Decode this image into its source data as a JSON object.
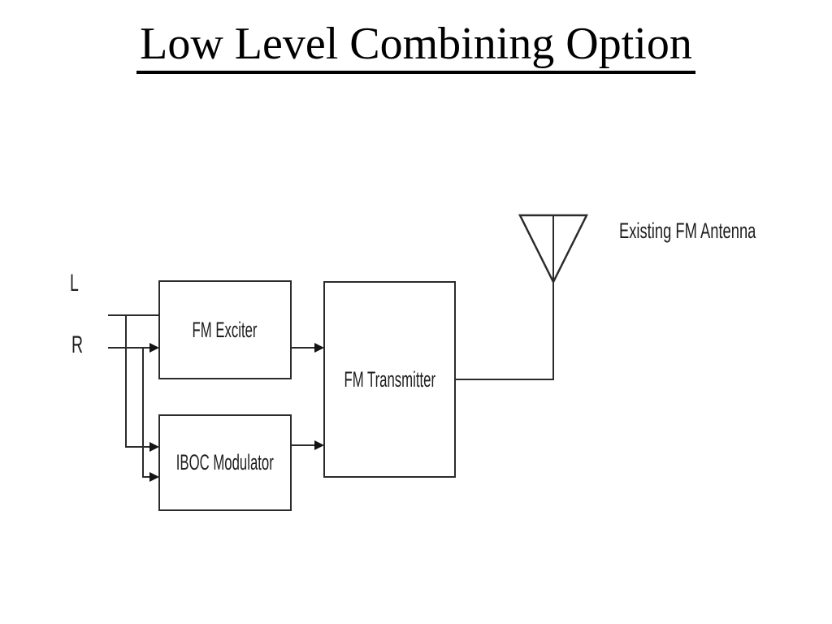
{
  "slide": {
    "title": "Low Level Combining Option"
  },
  "diagram": {
    "inputs": {
      "left_label": "L",
      "right_label": "R"
    },
    "blocks": {
      "fm_exciter": {
        "label": "FM Exciter"
      },
      "iboc_modulator": {
        "label": "IBOC Modulator"
      },
      "fm_transmitter": {
        "label": "FM Transmitter"
      }
    },
    "antenna": {
      "label": "Existing FM Antenna",
      "icon": "antenna-icon"
    },
    "connections": [
      "L input to FM Exciter",
      "R input to FM Exciter (arrow)",
      "L branch to IBOC Modulator (arrow)",
      "R branch to IBOC Modulator (arrow)",
      "FM Exciter to FM Transmitter (arrow)",
      "IBOC Modulator to FM Transmitter (arrow)",
      "FM Transmitter to Existing FM Antenna"
    ],
    "colors": {
      "background": "#ffffff",
      "line": "#2b2b2b",
      "text": "#1e1e1e",
      "title": "#000000"
    }
  }
}
